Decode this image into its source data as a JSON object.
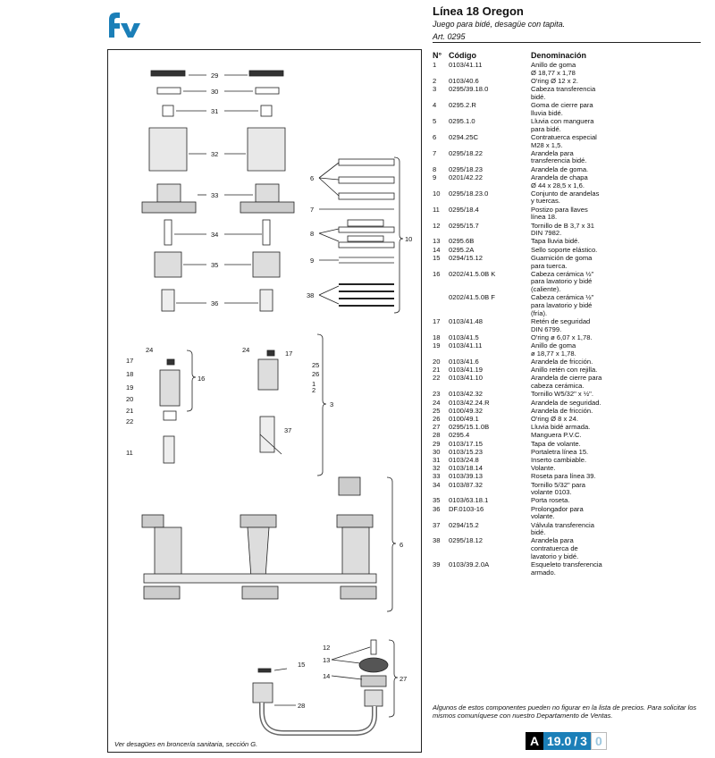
{
  "header": {
    "title": "Línea 18 Oregon",
    "subtitle": "Juego para bidé, desagüe con tapita.",
    "article": "Art. 0295"
  },
  "table": {
    "headers": {
      "n": "N°",
      "code": "Código",
      "name": "Denominación"
    },
    "rows": [
      {
        "n": "1",
        "code": "0103/41.11",
        "name": "Anillo de goma\nØ 18,77 x 1,78"
      },
      {
        "n": "2",
        "code": "0103/40.6",
        "name": "O'ring Ø 12 x 2."
      },
      {
        "n": "3",
        "code": "0295/39.18.0",
        "name": "Cabeza transferencia\nbidé."
      },
      {
        "n": "4",
        "code": "0295.2.R",
        "name": "Goma de cierre para\nlluvia bidé."
      },
      {
        "n": "5",
        "code": "0295.1.0",
        "name": "Lluvia con manguera\npara bidé."
      },
      {
        "n": "6",
        "code": "0294.25C",
        "name": "Contratuerca especial\nM28 x 1,5."
      },
      {
        "n": "7",
        "code": "0295/18.22",
        "name": "Arandela para\ntransferencia bidé."
      },
      {
        "n": "8",
        "code": "0295/18.23",
        "name": "Arandela de goma."
      },
      {
        "n": "9",
        "code": "0201/42.22",
        "name": "Arandela de chapa\nØ 44 x 28,5 x 1,6."
      },
      {
        "n": "10",
        "code": "0295/18.23.0",
        "name": "Conjunto de arandelas\ny tuercas."
      },
      {
        "n": "11",
        "code": "0295/18.4",
        "name": "Postizo para llaves\nlínea 18."
      },
      {
        "n": "12",
        "code": "0295/15.7",
        "name": "Tornillo de B 3,7 x 31\nDIN 7982."
      },
      {
        "n": "13",
        "code": "0295.6B",
        "name": "Tapa lluvia bidé."
      },
      {
        "n": "14",
        "code": "0295.2A",
        "name": "Sello soporte elástico."
      },
      {
        "n": "15",
        "code": "0294/15.12",
        "name": "Guarnición de goma\npara tuerca."
      },
      {
        "n": "16",
        "code": "0202/41.5.0B K",
        "name": "Cabeza cerámica ½\"\npara lavatorio y bidé\n(caliente)."
      },
      {
        "n": "",
        "code": "0202/41.5.0B F",
        "name": "Cabeza cerámica ½\"\npara lavatorio y bidé\n(fría)."
      },
      {
        "n": "17",
        "code": "0103/41.48",
        "name": "Retén de seguridad\nDIN 6799."
      },
      {
        "n": "18",
        "code": "0103/41.5",
        "name": "O'ring ø 6,07 x 1,78."
      },
      {
        "n": "19",
        "code": "0103/41.11",
        "name": "Anillo de goma\nø 18,77 x 1,78."
      },
      {
        "n": "20",
        "code": "0103/41.6",
        "name": "Arandela de fricción."
      },
      {
        "n": "21",
        "code": "0103/41.19",
        "name": "Anillo retén con rejilla."
      },
      {
        "n": "22",
        "code": "0103/41.10",
        "name": "Arandela de cierre para\ncabeza cerámica."
      },
      {
        "n": "23",
        "code": "0103/42.32",
        "name": "Tornillo W5/32\" x ½\"."
      },
      {
        "n": "24",
        "code": "0103/42.24.R",
        "name": "Arandela de seguridad."
      },
      {
        "n": "25",
        "code": "0100/49.32",
        "name": "Arandela de fricción."
      },
      {
        "n": "26",
        "code": "0100/49.1",
        "name": "O'ring Ø 8 x 24."
      },
      {
        "n": "27",
        "code": "0295/15.1.0B",
        "name": "Lluvia bidé armada."
      },
      {
        "n": "28",
        "code": "0295.4",
        "name": "Manguera P.V.C."
      },
      {
        "n": "29",
        "code": "0103/17.15",
        "name": "Tapa de volante."
      },
      {
        "n": "30",
        "code": "0103/15.23",
        "name": "Portaletra línea 15."
      },
      {
        "n": "31",
        "code": "0103/24.8",
        "name": "Inserto cambiable."
      },
      {
        "n": "32",
        "code": "0103/18.14",
        "name": "Volante."
      },
      {
        "n": "33",
        "code": "0103/39.13",
        "name": "Roseta para línea 39."
      },
      {
        "n": "34",
        "code": "0103/87.32",
        "name": "Tornillo 5/32\" para\nvolante 0103."
      },
      {
        "n": "35",
        "code": "0103/63.18.1",
        "name": "Porta roseta."
      },
      {
        "n": "36",
        "code": "DF.0103-16",
        "name": "Prolongador para\nvolante."
      },
      {
        "n": "37",
        "code": "0294/15.2",
        "name": "Válvula transferencia\nbidé."
      },
      {
        "n": "38",
        "code": "0295/18.12",
        "name": "Arandela para\ncontratuerca de\nlavatorio y bidé."
      },
      {
        "n": "39",
        "code": "0103/39.2.0A",
        "name": "Esqueleto transferencia\narmado."
      }
    ]
  },
  "note": "Algunos de estos componentes pueden no figurar en la lista de precios. Para solicitar los mismos comuníquese con nuestro Departamento de Ventas.",
  "diagram": {
    "footnote": "Ver desagües en broncería sanitaria, sección G.",
    "labels": [
      "29",
      "30",
      "31",
      "32",
      "33",
      "34",
      "35",
      "36",
      "6",
      "7",
      "8",
      "9",
      "10",
      "38",
      "24",
      "17",
      "18",
      "19",
      "20",
      "21",
      "22",
      "16",
      "11",
      "24",
      "17",
      "25",
      "26",
      "1",
      "2",
      "3",
      "37",
      "6",
      "12",
      "13",
      "14",
      "15",
      "27",
      "28"
    ]
  },
  "badge": {
    "letter": "A",
    "page": "19.0",
    "sep": "/",
    "num": "3",
    "sub": "0"
  },
  "colors": {
    "accent": "#1b7fb8",
    "logo": "#1b7fb8"
  }
}
